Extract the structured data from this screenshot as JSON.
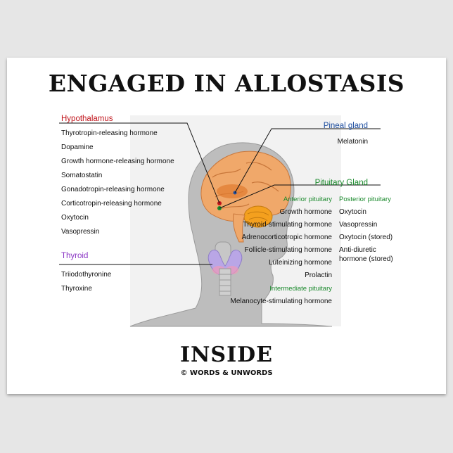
{
  "title": "ENGAGED IN ALLOSTASIS",
  "subtitle": "INSIDE",
  "credit": "© WORDS & UNWORDS",
  "colors": {
    "hypothalamus": "#c0141b",
    "pineal": "#1f4fa0",
    "pituitary": "#1b8a2d",
    "thyroid": "#8a35c4",
    "silhouette": "#bdbdbd",
    "brain": "#f0a86a"
  },
  "hypothalamus": {
    "label": "Hypothalamus",
    "items": [
      "Thyrotropin-releasing hormone",
      "Dopamine",
      "Growth hormone-releasing hormone",
      "Somatostatin",
      "Gonadotropin-releasing hormone",
      "Corticotropin-releasing hormone",
      "Oxytocin",
      "Vasopressin"
    ]
  },
  "thyroid": {
    "label": "Thyroid",
    "items": [
      "Triiodothyronine",
      "Thyroxine"
    ]
  },
  "pineal": {
    "label": "Pineal gland",
    "items": [
      "Melatonin"
    ]
  },
  "pituitary": {
    "label": "Pituitary Gland",
    "anterior": {
      "label": "Anterior pituitary",
      "items": [
        "Growth hormone",
        "Thyroid-stimulating hormone",
        "Adrenocorticotropic hormone",
        "Follicle-stimulating hormone",
        "Luteinizing hormone",
        "Prolactin"
      ]
    },
    "posterior": {
      "label": "Posterior pituitary",
      "items": [
        "Oxytocin",
        "Vasopressin",
        "Oxytocin (stored)",
        "Anti-diuretic",
        "hormone (stored)"
      ]
    },
    "intermediate": {
      "label": "Intermediate pituitary",
      "items": [
        "Melanocyte-stimulating hormone"
      ]
    }
  }
}
